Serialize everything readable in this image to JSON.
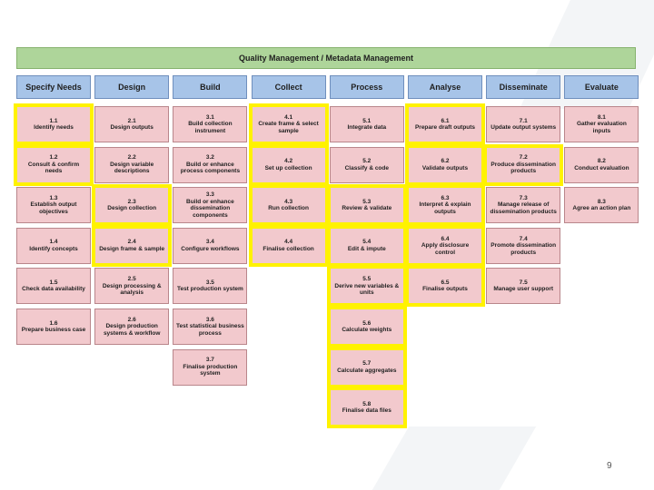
{
  "top_bar": {
    "label": "Quality Management / Metadata Management"
  },
  "columns": [
    {
      "header": "Specify Needs",
      "steps": [
        {
          "num": "1.1",
          "label": "Identify needs",
          "hl": true
        },
        {
          "num": "1.2",
          "label": "Consult & confirm needs",
          "hl": true
        },
        {
          "num": "1.3",
          "label": "Establish output objectives",
          "hl": false
        },
        {
          "num": "1.4",
          "label": "Identify concepts",
          "hl": false
        },
        {
          "num": "1.5",
          "label": "Check data availability",
          "hl": false
        },
        {
          "num": "1.6",
          "label": "Prepare business case",
          "hl": false
        }
      ]
    },
    {
      "header": "Design",
      "steps": [
        {
          "num": "2.1",
          "label": "Design outputs",
          "hl": false
        },
        {
          "num": "2.2",
          "label": "Design variable descriptions",
          "hl": false
        },
        {
          "num": "2.3",
          "label": "Design collection",
          "hl": true
        },
        {
          "num": "2.4",
          "label": "Design frame & sample",
          "hl": true
        },
        {
          "num": "2.5",
          "label": "Design processing & analysis",
          "hl": false
        },
        {
          "num": "2.6",
          "label": "Design production systems & workflow",
          "hl": false
        }
      ]
    },
    {
      "header": "Build",
      "steps": [
        {
          "num": "3.1",
          "label": "Build collection instrument",
          "hl": false
        },
        {
          "num": "3.2",
          "label": "Build or enhance process components",
          "hl": false
        },
        {
          "num": "3.3",
          "label": "Build or enhance dissemination components",
          "hl": false
        },
        {
          "num": "3.4",
          "label": "Configure workflows",
          "hl": false
        },
        {
          "num": "3.5",
          "label": "Test production system",
          "hl": false
        },
        {
          "num": "3.6",
          "label": "Test statistical business process",
          "hl": false
        },
        {
          "num": "3.7",
          "label": "Finalise production system",
          "hl": false
        }
      ]
    },
    {
      "header": "Collect",
      "steps": [
        {
          "num": "4.1",
          "label": "Create frame & select sample",
          "hl": true
        },
        {
          "num": "4.2",
          "label": "Set up collection",
          "hl": true
        },
        {
          "num": "4.3",
          "label": "Run collection",
          "hl": true
        },
        {
          "num": "4.4",
          "label": "Finalise collection",
          "hl": true
        }
      ]
    },
    {
      "header": "Process",
      "steps": [
        {
          "num": "5.1",
          "label": "Integrate data",
          "hl": false
        },
        {
          "num": "5.2",
          "label": "Classify & code",
          "hl": false
        },
        {
          "num": "5.3",
          "label": "Review & validate",
          "hl": true
        },
        {
          "num": "5.4",
          "label": "Edit & impute",
          "hl": true
        },
        {
          "num": "5.5",
          "label": "Derive new variables & units",
          "hl": true
        },
        {
          "num": "5.6",
          "label": "Calculate weights",
          "hl": true
        },
        {
          "num": "5.7",
          "label": "Calculate aggregates",
          "hl": true
        },
        {
          "num": "5.8",
          "label": "Finalise data files",
          "hl": true
        }
      ]
    },
    {
      "header": "Analyse",
      "steps": [
        {
          "num": "6.1",
          "label": "Prepare draft outputs",
          "hl": true
        },
        {
          "num": "6.2",
          "label": "Validate outputs",
          "hl": true
        },
        {
          "num": "6.3",
          "label": "Interpret & explain outputs",
          "hl": true
        },
        {
          "num": "6.4",
          "label": "Apply disclosure control",
          "hl": true
        },
        {
          "num": "6.5",
          "label": "Finalise outputs",
          "hl": true
        }
      ]
    },
    {
      "header": "Disseminate",
      "steps": [
        {
          "num": "7.1",
          "label": "Update output systems",
          "hl": false
        },
        {
          "num": "7.2",
          "label": "Produce dissemination products",
          "hl": true
        },
        {
          "num": "7.3",
          "label": "Manage release of dissemination products",
          "hl": false
        },
        {
          "num": "7.4",
          "label": "Promote dissemination products",
          "hl": false
        },
        {
          "num": "7.5",
          "label": "Manage user support",
          "hl": false
        }
      ]
    },
    {
      "header": "Evaluate",
      "steps": [
        {
          "num": "8.1",
          "label": "Gather evaluation inputs",
          "hl": false
        },
        {
          "num": "8.2",
          "label": "Conduct evaluation",
          "hl": false
        },
        {
          "num": "8.3",
          "label": "Agree an action plan",
          "hl": false
        }
      ]
    }
  ],
  "page_number": "9"
}
